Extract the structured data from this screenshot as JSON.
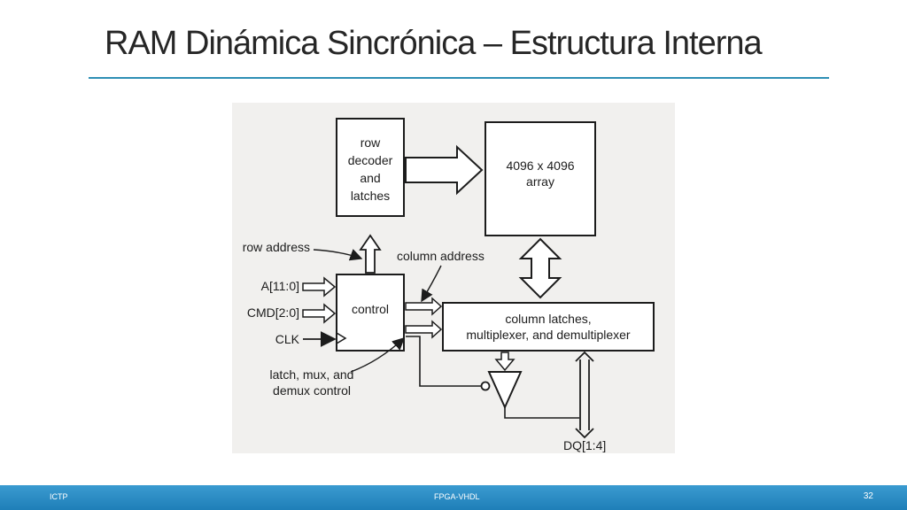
{
  "slide": {
    "title": "RAM Dinámica Sincrónica – Estructura Interna"
  },
  "diagram": {
    "row_decoder": [
      "row",
      "decoder",
      "and",
      "latches"
    ],
    "array": [
      "4096 x 4096",
      "array"
    ],
    "control": "control",
    "column_latches": [
      "column latches,",
      "multiplexer, and demultiplexer"
    ],
    "row_address_label": "row address",
    "column_address_label": "column address",
    "latch_control_label": [
      "latch, mux, and",
      "demux control"
    ],
    "inputs": [
      "A[11:0]",
      "CMD[2:0]",
      "CLK"
    ],
    "output": "DQ[1:4]"
  },
  "footer": {
    "left": "ICTP",
    "center": "FPGA-VHDL",
    "page": "32"
  }
}
